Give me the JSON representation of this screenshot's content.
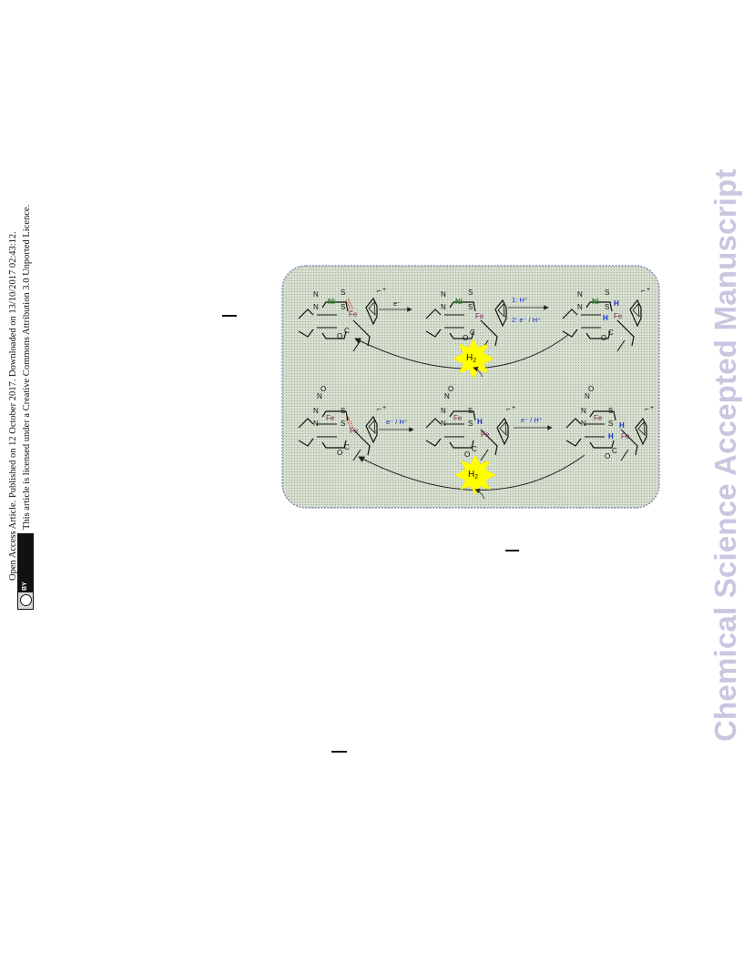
{
  "sidebar": {
    "license_line1": "Open Access Article. Published on 12 October 2017. Downloaded on 13/10/2017 02:43:12.",
    "license_line2": "This article is licensed under a Creative Commons Attribution 3.0 Unported Licence.",
    "cc_label": "cc",
    "by_label": "BY"
  },
  "watermark": "Chemical Science Accepted Manuscript",
  "scheme": {
    "h2_label": "H",
    "h2_sub": "2",
    "top_arrow1": "e⁻",
    "top_arrow2_line1": "1: H⁺",
    "top_arrow2_line2": "2: e⁻ / H⁺",
    "bottom_arrow1": "e⁻ / H⁺",
    "bottom_arrow2": "e⁻ / H⁺",
    "atom_N": "N",
    "atom_S": "S",
    "atom_Ni": "Ni",
    "atom_Fe": "Fe",
    "atom_O": "O",
    "atom_C": "C",
    "atom_H": "H",
    "charge": "+",
    "colors": {
      "nickel": "#1f7a1f",
      "iron": "#7a1f5c",
      "hydrogen": "#1a2fd6",
      "burst": "#ffff00",
      "panel_fill": "#c9d6c1",
      "panel_border": "#8a8fb5"
    }
  }
}
